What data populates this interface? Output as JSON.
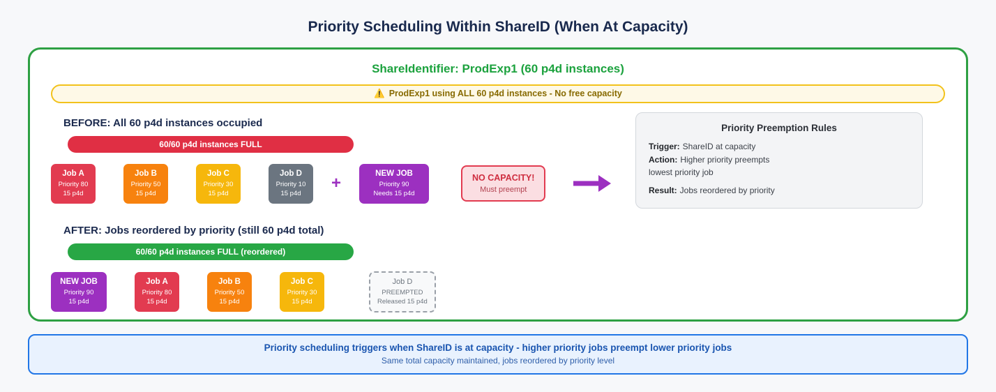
{
  "title": "Priority Scheduling Within ShareID (When At Capacity)",
  "share_box": {
    "heading": "ShareIdentifier: ProdExp1 (60 p4d instances)",
    "warning_icon": "⚠️",
    "warning_text": "ProdExp1 using ALL 60 p4d instances - No free capacity"
  },
  "before": {
    "heading": "BEFORE: All 60 p4d instances occupied",
    "capacity_label": "60/60 p4d instances FULL",
    "jobs": [
      {
        "title": "Job A",
        "line1": "Priority 80",
        "line2": "15 p4d"
      },
      {
        "title": "Job B",
        "line1": "Priority 50",
        "line2": "15 p4d"
      },
      {
        "title": "Job C",
        "line1": "Priority 30",
        "line2": "15 p4d"
      },
      {
        "title": "Job D",
        "line1": "Priority 10",
        "line2": "15 p4d"
      }
    ],
    "plus_sign": "+",
    "new_job": {
      "title": "NEW JOB",
      "line1": "Priority 90",
      "line2": "Needs 15 p4d"
    },
    "no_capacity_title": "NO CAPACITY!",
    "no_capacity_sub": "Must preempt"
  },
  "rules": {
    "title": "Priority Preemption Rules",
    "lines": [
      {
        "label": "Trigger:",
        "text": "ShareID at capacity"
      },
      {
        "label": "Action:",
        "text": "Higher priority preempts"
      },
      {
        "label": "",
        "text": "lowest priority job"
      },
      {
        "label": "Result:",
        "text": "Jobs reordered by priority"
      }
    ]
  },
  "after": {
    "heading": "AFTER: Jobs reordered by priority (still 60 p4d total)",
    "capacity_label": "60/60 p4d instances FULL (reordered)",
    "jobs": [
      {
        "title": "NEW JOB",
        "line1": "Priority 90",
        "line2": "15 p4d"
      },
      {
        "title": "Job A",
        "line1": "Priority 80",
        "line2": "15 p4d"
      },
      {
        "title": "Job B",
        "line1": "Priority 50",
        "line2": "15 p4d"
      },
      {
        "title": "Job C",
        "line1": "Priority 30",
        "line2": "15 p4d"
      }
    ],
    "preempted_job": {
      "title": "Job D",
      "line1": "PREEMPTED",
      "line2": "Released 15 p4d"
    }
  },
  "footer": {
    "line1": "Priority scheduling triggers when ShareID is at capacity - higher priority jobs preempt lower priority jobs",
    "line2": "Same total capacity maintained, jobs reordered by priority level"
  },
  "colors": {
    "container_border_green": "#2ea043",
    "heading_green": "#1ca23e",
    "warning_border": "#f2c21c",
    "warning_bg": "#fef9e7",
    "capacity_full_red": "#e02f44",
    "capacity_full_green": "#28a745",
    "job_red": "#e23b50",
    "job_orange": "#f7820e",
    "job_amber": "#f6b70c",
    "job_gray": "#6b7580",
    "job_purple": "#9c30c0",
    "no_capacity_border": "#e23b50",
    "no_capacity_bg": "#fbdee2",
    "footer_border_blue": "#2176e6",
    "footer_bg": "#e9f2fe",
    "title_navy": "#19294d"
  }
}
